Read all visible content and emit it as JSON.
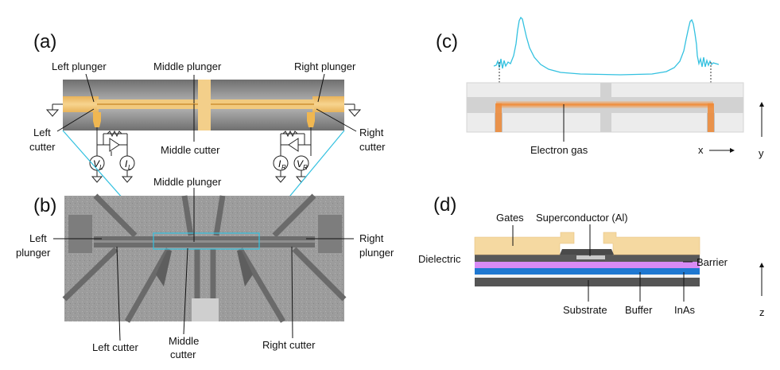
{
  "panels": {
    "a": {
      "tag": "(a)",
      "labels": {
        "left_plunger": "Left plunger",
        "middle_plunger": "Middle plunger",
        "right_plunger": "Right plunger",
        "left_cutter_1": "Left",
        "left_cutter_2": "cutter",
        "middle_cutter": "Middle cutter",
        "right_cutter_1": "Right",
        "right_cutter_2": "cutter"
      },
      "circuit": {
        "v_left": "V",
        "v_left_sub": "L",
        "i_left": "I",
        "i_left_sub": "L",
        "i_right": "I",
        "i_right_sub": "R",
        "v_right": "V",
        "v_right_sub": "R"
      }
    },
    "b": {
      "tag": "(b)",
      "labels": {
        "middle_plunger": "Middle plunger",
        "left_plunger_1": "Left",
        "left_plunger_2": "plunger",
        "right_plunger_1": "Right",
        "right_plunger_2": "plunger",
        "left_cutter": "Left cutter",
        "middle_cutter_1": "Middle",
        "middle_cutter_2": "cutter",
        "right_cutter": "Right cutter"
      }
    },
    "c": {
      "tag": "(c)",
      "labels": {
        "electron_gas": "Electron gas",
        "x_axis": "x",
        "y_axis": "y"
      }
    },
    "d": {
      "tag": "(d)",
      "labels": {
        "gates": "Gates",
        "superconductor": "Superconductor (Al)",
        "dielectric": "Dielectric",
        "barrier": "Barrier",
        "substrate": "Substrate",
        "buffer": "Buffer",
        "inas": "InAs",
        "z_axis": "z"
      }
    }
  },
  "colors": {
    "gate_gold": "#f0c16b",
    "gate_pale": "#f5d9a1",
    "device_grey": "#8f8f8f",
    "sem_bg": "#9a9a9a",
    "cyan": "#33c1e0",
    "orange": "#f08a36",
    "purple": "#d98bf5",
    "blue": "#1f78d1",
    "dark_layer": "#555555"
  }
}
